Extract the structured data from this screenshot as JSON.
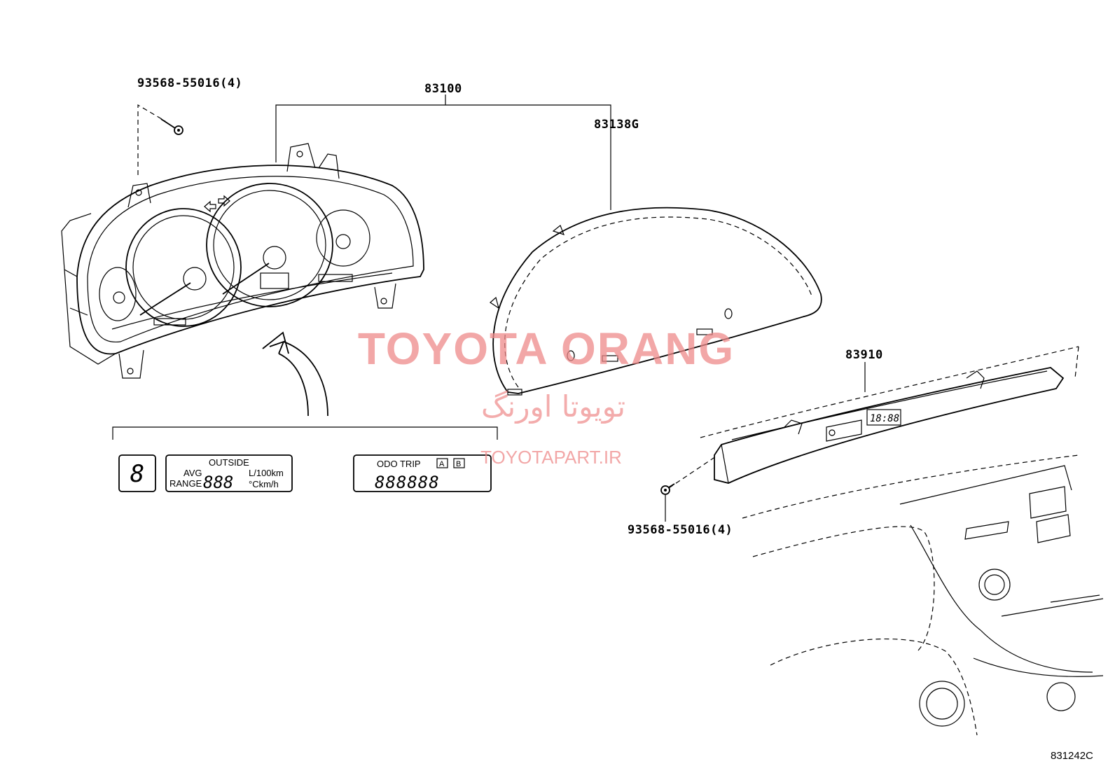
{
  "parts": {
    "cluster_assy": "83100",
    "cluster_lens": "83138G",
    "clock_assy": "83910",
    "screw_top": "93568-55016(4)",
    "screw_bottom": "93568-55016(4)"
  },
  "lcd_panels": {
    "gear_digit": "8",
    "outside_label": "OUTSIDE",
    "avg_label": "AVG",
    "range_label": "RANGE",
    "digits_fuel": "888",
    "unit_fuel": "L/100km",
    "unit_temp": "°Ckm/h",
    "odo_label": "ODO TRIP",
    "trip_a": "A",
    "trip_b": "B",
    "digits_odo": "888888"
  },
  "watermark": {
    "brand": "TOYOTA ORANG",
    "brand_fa": "تویوتا اورنگ",
    "url": "TOYOTAPART.IR"
  },
  "diagram_code": "831242C"
}
